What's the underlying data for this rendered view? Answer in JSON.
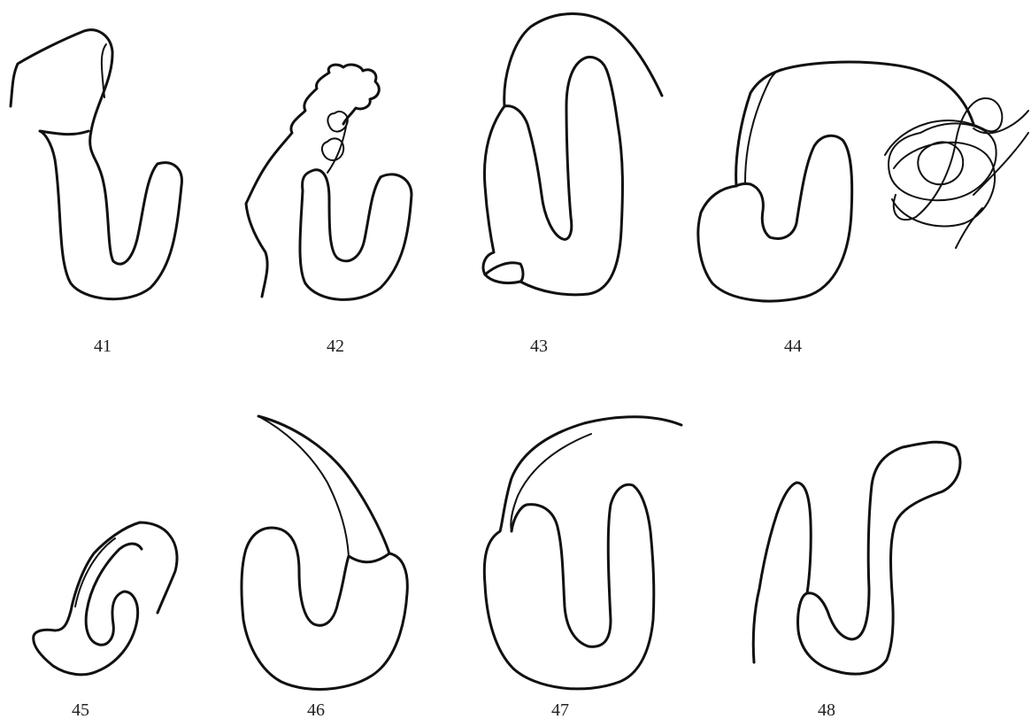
{
  "figures": [
    {
      "number": "41"
    },
    {
      "number": "42"
    },
    {
      "number": "43"
    },
    {
      "number": "44"
    },
    {
      "number": "45"
    },
    {
      "number": "46"
    },
    {
      "number": "47"
    },
    {
      "number": "48"
    }
  ],
  "colors": {
    "line": "#111111",
    "background": "#ffffff",
    "label": "#222222"
  }
}
